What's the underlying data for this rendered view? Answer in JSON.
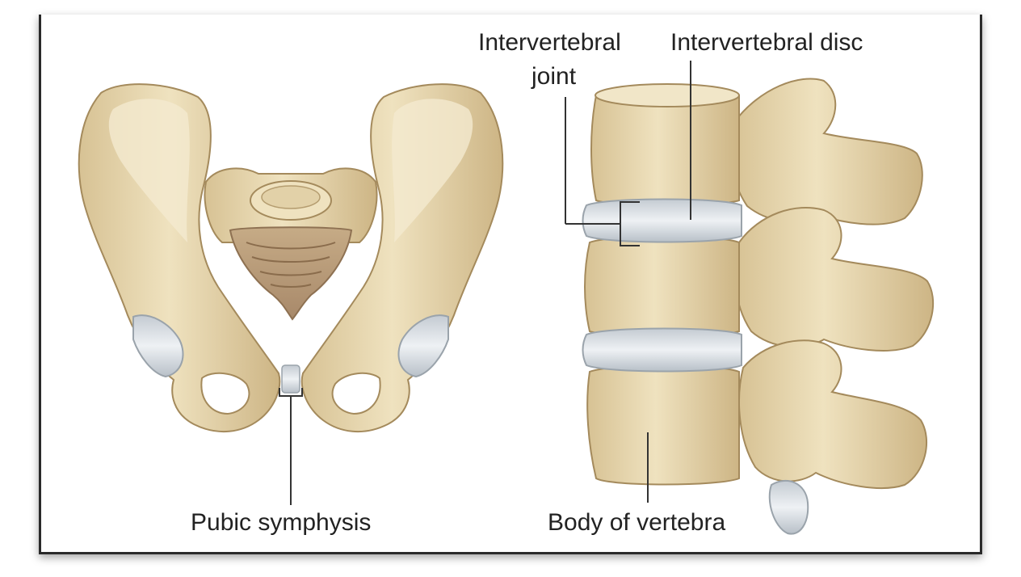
{
  "labels": {
    "intervertebral_joint_line1": "Intervertebral",
    "intervertebral_joint_line2": "joint",
    "intervertebral_disc": "Intervertebral disc",
    "pubic_symphysis": "Pubic symphysis",
    "body_of_vertebra": "Body of vertebra"
  },
  "colors": {
    "bone": "#e8d8b0",
    "bone_shadow": "#c9b385",
    "bone_outline": "#a48a5c",
    "cartilage": "#d9dee3",
    "cartilage_edge": "#9aa3ab",
    "sacrum": "#b79a78",
    "leader_line": "#333333",
    "frame_border": "#2a2a2a"
  }
}
